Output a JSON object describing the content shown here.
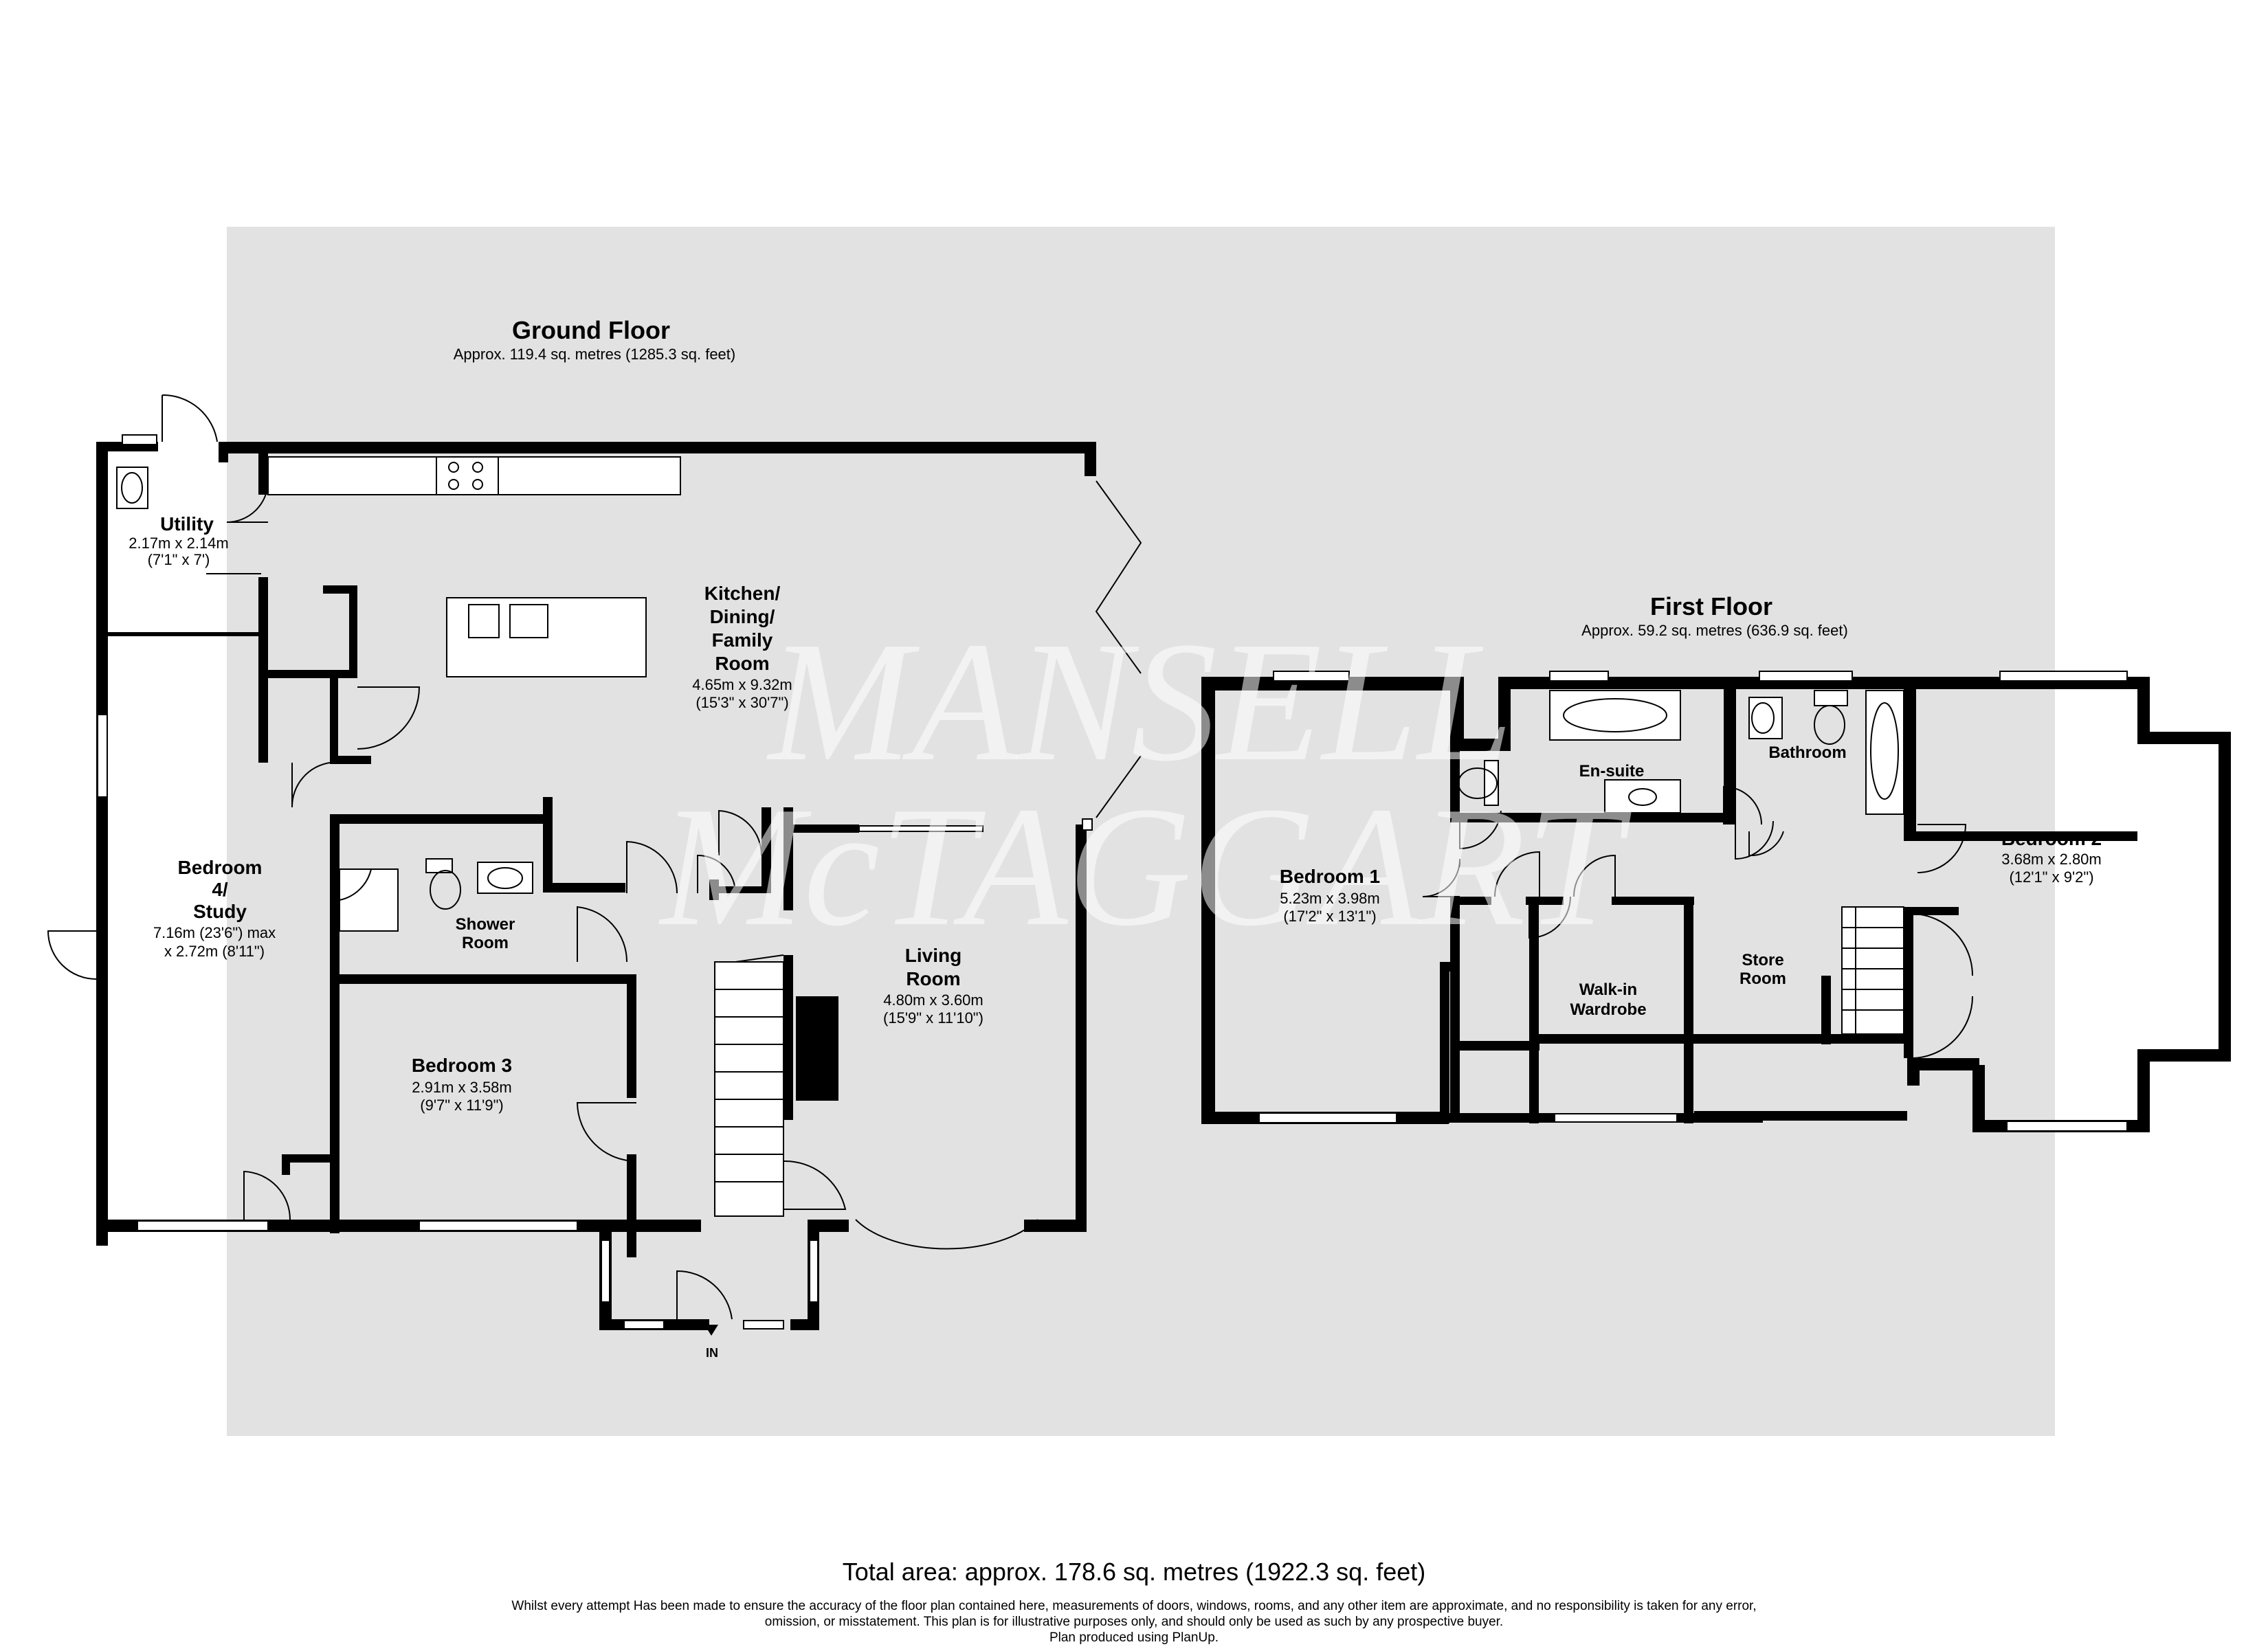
{
  "watermark": {
    "line1": "MANSELL",
    "line2": "McTAGGART"
  },
  "ground_floor": {
    "title": "Ground Floor",
    "area": "Approx. 119.4 sq. metres (1285.3 sq. feet)",
    "rooms": {
      "kitchen": {
        "name_lines": [
          "Kitchen/",
          "Dining/",
          "Family",
          "Room"
        ],
        "dim1": "4.65m x 9.32m",
        "dim2": "(15'3\" x 30'7\")"
      },
      "utility": {
        "name": "Utility",
        "dim1": "2.17m x 2.14m",
        "dim2": "(7'1\" x 7')"
      },
      "bedroom4": {
        "name_lines": [
          "Bedroom",
          "4/",
          "Study"
        ],
        "dim1": "7.16m (23'6\") max",
        "dim2": "x 2.72m (8'11\")"
      },
      "shower": {
        "name_lines": [
          "Shower",
          "Room"
        ]
      },
      "bedroom3": {
        "name": "Bedroom 3",
        "dim1": "2.91m x 3.58m",
        "dim2": "(9'7\" x 11'9\")"
      },
      "living": {
        "name_lines": [
          "Living",
          "Room"
        ],
        "dim1": "4.80m x 3.60m",
        "dim2": "(15'9\" x 11'10\")"
      }
    },
    "entrance_label": "IN"
  },
  "first_floor": {
    "title": "First Floor",
    "area": "Approx. 59.2 sq. metres (636.9 sq. feet)",
    "rooms": {
      "bedroom1": {
        "name": "Bedroom 1",
        "dim1": "5.23m x 3.98m",
        "dim2": "(17'2\" x 13'1\")"
      },
      "ensuite": {
        "name": "En-suite"
      },
      "bathroom": {
        "name": "Bathroom"
      },
      "bedroom2": {
        "name": "Bedroom 2",
        "dim1": "3.68m x 2.80m",
        "dim2": "(12'1\" x 9'2\")"
      },
      "walkin": {
        "name_lines": [
          "Walk-in",
          "Wardrobe"
        ]
      },
      "store": {
        "name_lines": [
          "Store",
          "Room"
        ]
      }
    }
  },
  "footer": {
    "total": "Total area: approx. 178.6 sq. metres (1922.3 sq. feet)",
    "disclaimer1": "Whilst every attempt Has been made to ensure the accuracy of the floor plan contained here, measurements of doors, windows, rooms, and any other item are approximate, and no responsibility is taken for any error,",
    "disclaimer2": "omission, or misstatement. This plan is for illustrative purposes only, and should only be used as such by any prospective buyer.",
    "disclaimer3": "Plan produced using PlanUp."
  },
  "colors": {
    "background_panel": "#e2e2e2",
    "wall": "#000000",
    "page": "#ffffff"
  }
}
